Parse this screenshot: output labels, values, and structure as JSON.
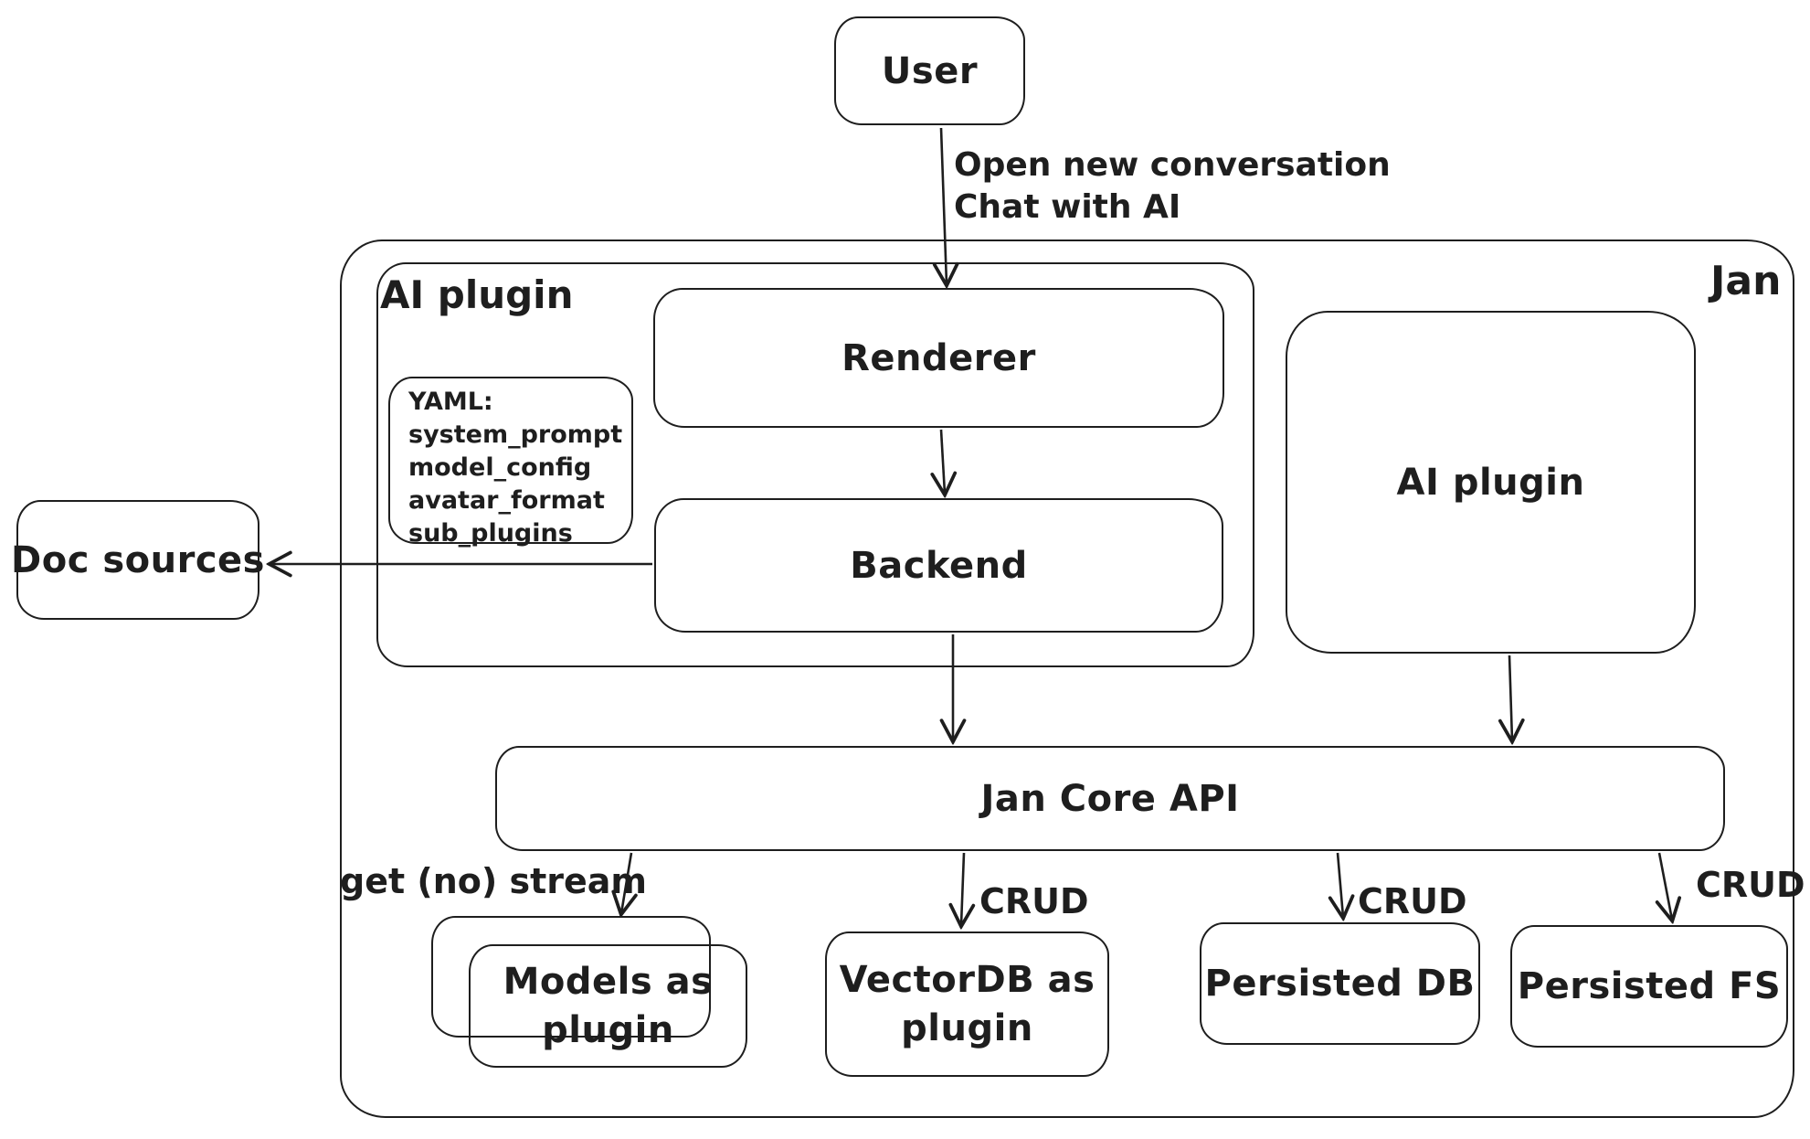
{
  "canvas": {
    "background": "#ffffff",
    "stroke_color": "#1e1e1e"
  },
  "containers": {
    "jan": {
      "label": "Jan"
    },
    "ai_plugin": {
      "label": "AI plugin"
    }
  },
  "nodes": {
    "user": {
      "label": "User"
    },
    "yaml_config": {
      "lines": [
        "YAML:",
        "system_prompt",
        "model_config",
        "avatar_format",
        "sub_plugins"
      ]
    },
    "renderer": {
      "label": "Renderer"
    },
    "backend": {
      "label": "Backend"
    },
    "doc_sources": {
      "label": "Doc sources"
    },
    "ai_plugin_instance": {
      "label": "AI plugin"
    },
    "jan_core_api": {
      "label": "Jan Core API"
    },
    "models_as_plugin": {
      "line1": "Models as",
      "line2": "plugin"
    },
    "vectordb_as_plugin": {
      "line1": "VectorDB as",
      "line2": "plugin"
    },
    "persisted_db": {
      "label": "Persisted DB"
    },
    "persisted_fs": {
      "label": "Persisted FS"
    }
  },
  "edge_labels": {
    "user_to_renderer": {
      "line1": "Open new conversation",
      "line2": "Chat with AI"
    },
    "jan_core_to_models": "get (no) stream",
    "jan_core_to_vectordb": "CRUD",
    "jan_core_to_persisted_db": "CRUD",
    "jan_core_to_persisted_fs": "CRUD"
  }
}
